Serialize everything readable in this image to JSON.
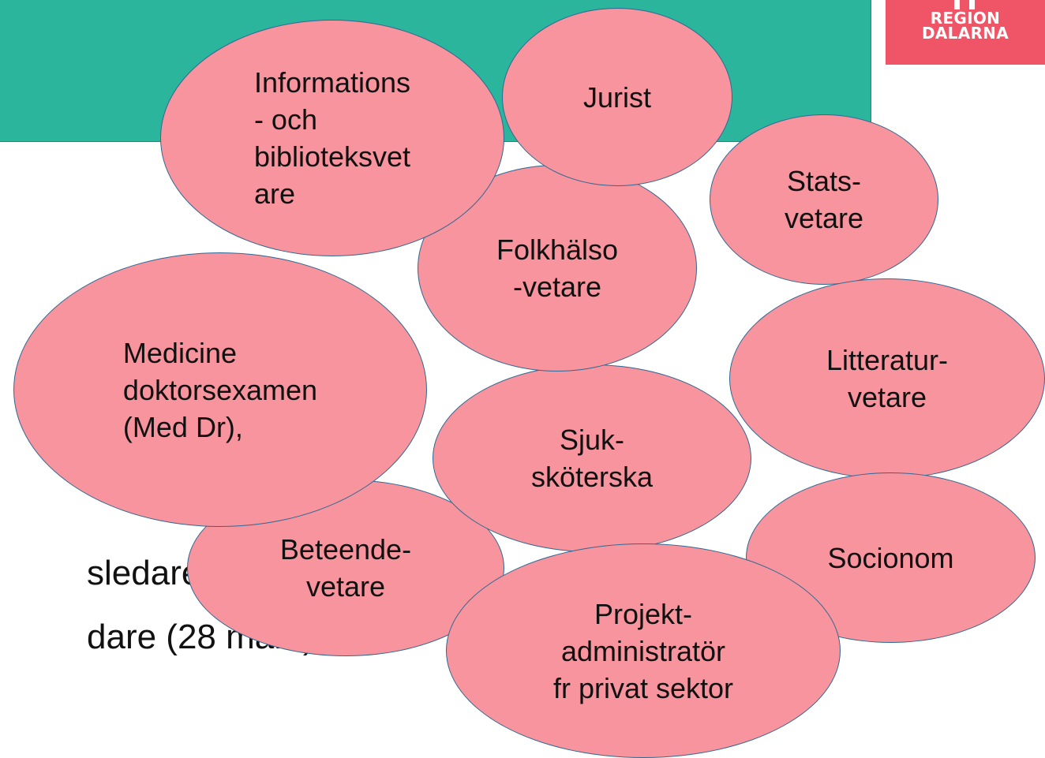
{
  "header": {
    "band_color": "#2bb59c"
  },
  "logo": {
    "line1": "REGION",
    "line2": "DALARNA",
    "background": "#ef5566"
  },
  "body_text": {
    "line1": "sledare",
    "line2": "dare (28 mars)"
  },
  "bubbles": {
    "fill": "#f7949d",
    "stroke": "#2e6894",
    "informationsvetare": "Informations\n- och\nbiblioteksvet\nare",
    "jurist": "Jurist",
    "statsvetare": "Stats-\nvetare",
    "folkhalsovetare": "Folkhälso\n-vetare",
    "medicine_doktor": "Medicine\ndoktorsexamen\n(Med Dr),",
    "litteraturvetare": "Litteratur-\nvetare",
    "sjukskoterska": "Sjuk-\nsköterska",
    "socionom": "Socionom",
    "beteendevetare": "Beteende-\nvetare",
    "projektadministrator": "Projekt-\nadministratör\nfr privat sektor"
  }
}
